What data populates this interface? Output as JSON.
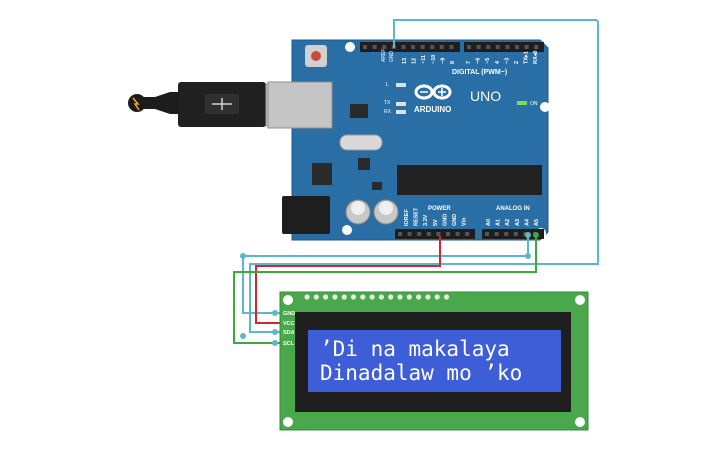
{
  "board": {
    "brand": "ARDUINO",
    "model": "UNO",
    "on_label": "ON",
    "l_label": "L",
    "tx_label": "TX",
    "rx_label": "RX",
    "digital_label": "DIGITAL (PWM~)",
    "power_label": "POWER",
    "analog_label": "ANALOG IN",
    "aref": "AREF",
    "gnd": "GND",
    "digital_pins": [
      "13",
      "12",
      "~11",
      "~10",
      "~9",
      "8",
      "7",
      "~6",
      "~5",
      "4",
      "~3",
      "2",
      "TX▸1",
      "RX◂0"
    ],
    "power_pins": [
      "IOREF",
      "RESET",
      "3.3V",
      "5V",
      "GND",
      "GND",
      "Vin"
    ],
    "analog_pins": [
      "A0",
      "A1",
      "A2",
      "A3",
      "A4",
      "A5"
    ]
  },
  "lcd": {
    "line1": "’Di na makalaya",
    "line2": "Dinadalaw mo ’ko",
    "pins": [
      "GND",
      "VCC",
      "SDA",
      "SCL"
    ]
  },
  "colors": {
    "board": "#2a6ea6",
    "lcd_pcb": "#49a84c",
    "lcd_screen": "#3d5ed6",
    "wire_gnd": "#5bb8c8",
    "wire_vcc": "#d0282e",
    "wire_sda": "#5bb8c8",
    "wire_scl": "#3fa83a"
  }
}
